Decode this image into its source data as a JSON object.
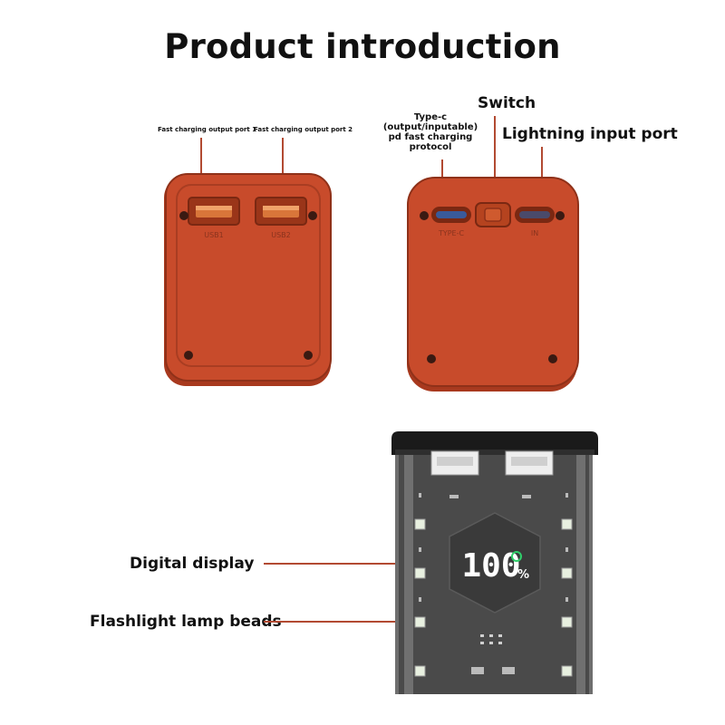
{
  "title": "Product introduction",
  "port_labels": {
    "output_port_1": "Fast charging output port 1",
    "output_port_2": "Fast charging output port 2",
    "type_c": "Type-c\n(output/inputable)\npd fast charging\nprotocol",
    "switch": "Switch",
    "lightning": "Lightning input port"
  },
  "panel_markings": {
    "usb1": "USB1",
    "usb2": "USB2",
    "typec": "TYPE-C",
    "in": "IN"
  },
  "bottom_labels": {
    "digital_display": "Digital display",
    "flashlight": "Flashlight lamp beads"
  },
  "display": {
    "value": "100",
    "unit": "%"
  },
  "colors": {
    "device_orange": "#c84b2b",
    "display_led": "#ffffff",
    "charge_icon": "#2fcf6a",
    "leader_line": "#b24a32"
  }
}
